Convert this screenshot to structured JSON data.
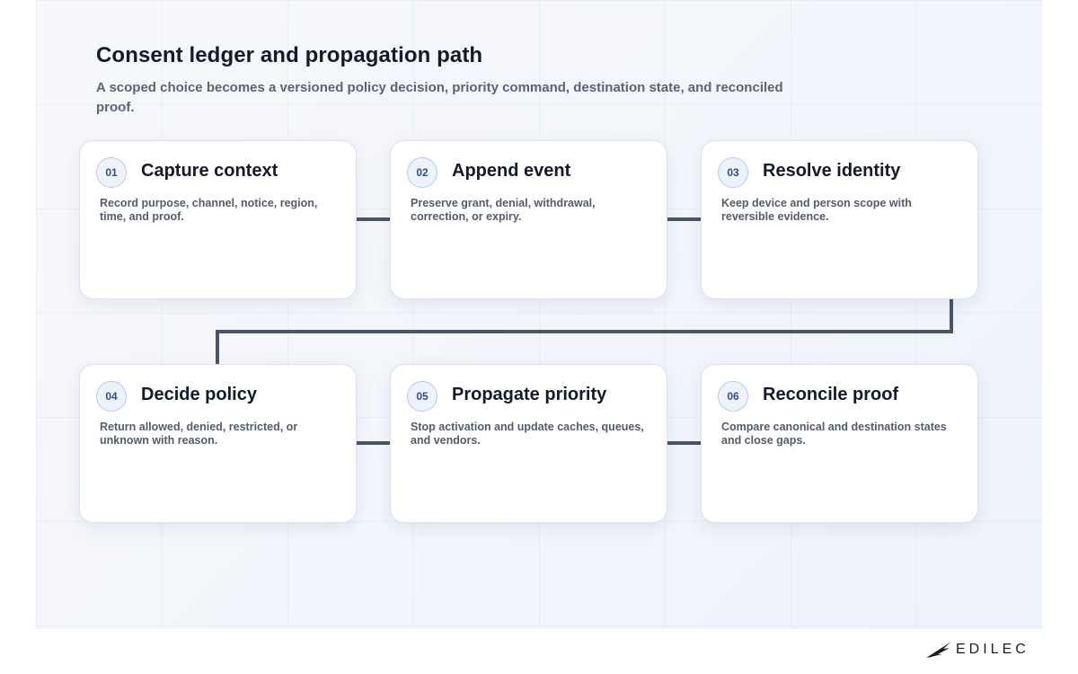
{
  "header": {
    "title": "Consent ledger and propagation path",
    "subtitle": "A scoped choice becomes a versioned policy decision, priority command, destination state, and reconciled proof."
  },
  "steps": [
    {
      "number": "01",
      "title": "Capture context",
      "description": "Record purpose, channel, notice, region, time, and proof."
    },
    {
      "number": "02",
      "title": "Append event",
      "description": "Preserve grant, denial, withdrawal, correction, or expiry."
    },
    {
      "number": "03",
      "title": "Resolve identity",
      "description": "Keep device and person scope with reversible evidence."
    },
    {
      "number": "04",
      "title": "Decide policy",
      "description": "Return allowed, denied, restricted, or unknown with reason."
    },
    {
      "number": "05",
      "title": "Propagate priority",
      "description": "Stop activation and update caches, queues, and vendors."
    },
    {
      "number": "06",
      "title": "Reconcile proof",
      "description": "Compare canonical and destination states and close gaps."
    }
  ],
  "brand": {
    "logo_text": "EDILEC",
    "logo_icon": "bird-wing-icon"
  },
  "colors": {
    "connector": "#4a5568",
    "badge_border": "#b7c8e6",
    "badge_text": "#2f4f85",
    "title": "#141a2b"
  }
}
